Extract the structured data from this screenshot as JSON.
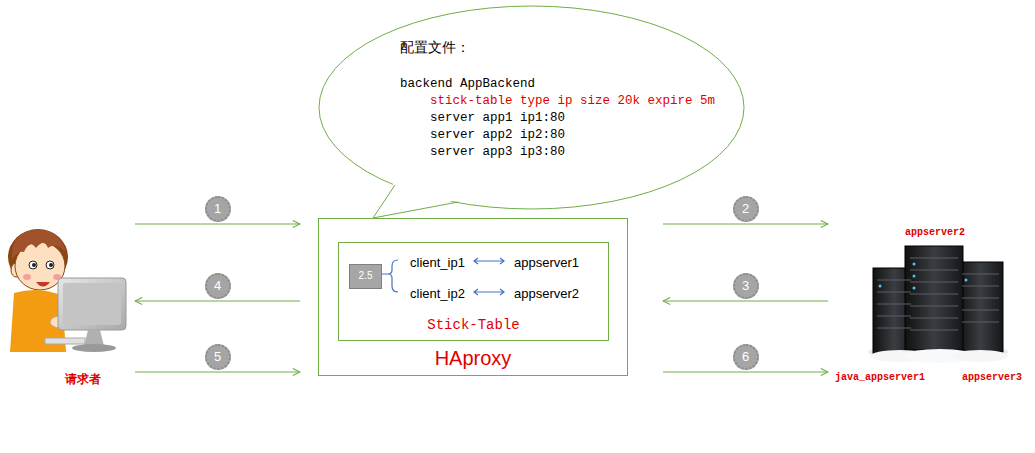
{
  "diagram": {
    "nodes": [
      {
        "text": [
          "请求者"
        ]
      },
      {
        "text": [
          "配置文件：",
          "backend AppBackend",
          "stick-table type ip size 20k expire 5m",
          "server app1 ip1:80",
          "server app2 ip2:80",
          "server app3 ip3:80"
        ]
      },
      {
        "text": [
          "HAproxy"
        ]
      },
      {
        "text": [
          "Stick-Table"
        ],
        "in": 2
      },
      {
        "text": [
          "2.5"
        ],
        "in": 3
      },
      {
        "text": [
          "appserver2",
          "java_appserver1",
          "appserver3"
        ]
      }
    ],
    "edges": [
      {
        "from": 0,
        "to": 2,
        "label": "1",
        "arrow": "to"
      },
      {
        "from": 2,
        "to": 5,
        "label": "2",
        "arrow": "to"
      },
      {
        "from": 5,
        "to": 2,
        "label": "3",
        "arrow": "to"
      },
      {
        "from": 2,
        "to": 0,
        "label": "4",
        "arrow": "to"
      },
      {
        "from": 0,
        "to": 2,
        "label": "5",
        "arrow": "to"
      },
      {
        "from": 2,
        "to": 5,
        "label": "6",
        "arrow": "to"
      }
    ],
    "labels": [
      "client_ip1",
      "appserver1",
      "client_ip2",
      "appserver2"
    ]
  }
}
